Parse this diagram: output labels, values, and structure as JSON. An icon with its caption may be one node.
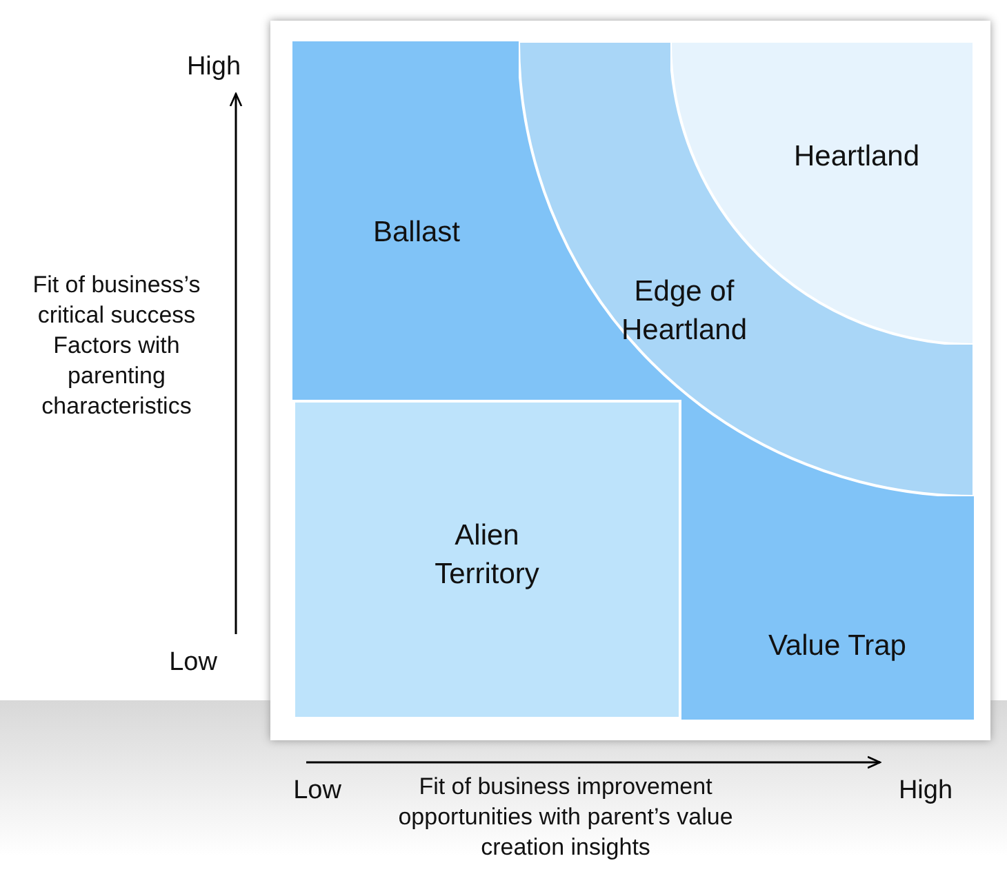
{
  "diagram": {
    "nodes": [
      {
        "text": [
          "Edge of Heartland"
        ]
      },
      {
        "text": [
          "Heartland"
        ],
        "in": 0
      },
      {
        "text": [
          "Ballast"
        ]
      },
      {
        "text": [
          "Alien Territory"
        ]
      },
      {
        "text": [
          "Value Trap"
        ]
      }
    ],
    "edges": [],
    "labels": [
      "High",
      "Fit of business’s critical success Factors with parenting characteristics",
      "Low",
      "Low",
      "Fit of business improvement opportunities with parent’s value creation insights",
      "High"
    ]
  }
}
